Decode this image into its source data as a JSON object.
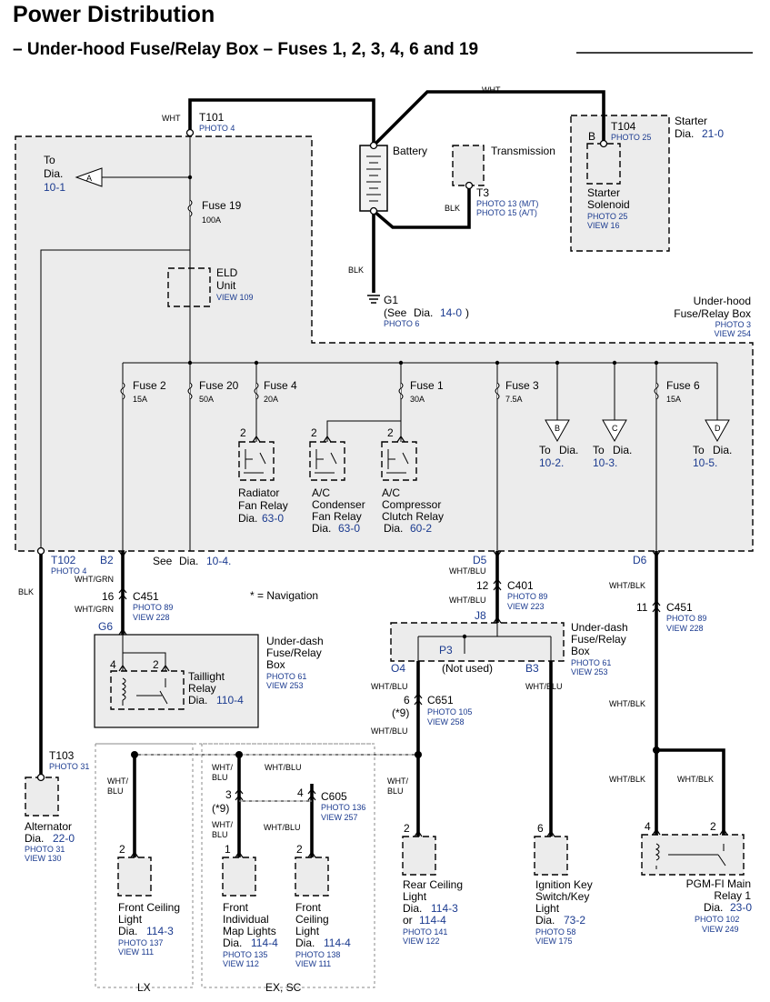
{
  "title": "Power Distribution",
  "subtitle": "– Under-hood Fuse/Relay Box – Fuses 1, 2, 3, 4, 6 and 19",
  "wires": {
    "wht": "WHT",
    "blk": "BLK",
    "wht_grn": "WHT/GRN",
    "wht_blu": "WHT/BLU",
    "wht_blk": "WHT/BLK",
    "wht_sl": "WHT/",
    "blu": "BLU"
  },
  "t101": {
    "id": "T101",
    "photo": "PHOTO 4"
  },
  "to_a": {
    "to": "To",
    "dia": "Dia.",
    "ref": "10-1",
    "letter": "A"
  },
  "fuse19": {
    "name": "Fuse 19",
    "amp": "100A"
  },
  "eld": {
    "l1": "ELD",
    "l2": "Unit",
    "view": "VIEW 109"
  },
  "battery": "Battery",
  "transmission": "Transmission",
  "t3": {
    "id": "T3",
    "p1": "PHOTO 13 (M/T)",
    "p2": "PHOTO 15 (A/T)"
  },
  "g1": {
    "id": "G1",
    "see": "(See",
    "dia": "Dia.",
    "ref": "14-0",
    "close": ")",
    "photo": "PHOTO 6"
  },
  "starter": {
    "l1": "Starter",
    "dia": "Dia.",
    "ref": "21-0",
    "t104": "T104",
    "photo25": "PHOTO 25",
    "pin": "B",
    "sol1": "Starter",
    "sol2": "Solenoid",
    "photo": "PHOTO 25",
    "view": "VIEW 16"
  },
  "uhbox": {
    "l1": "Under-hood",
    "l2": "Fuse/Relay Box",
    "photo": "PHOTO 3",
    "view": "VIEW 254"
  },
  "fuses": [
    {
      "name": "Fuse 2",
      "amp": "15A"
    },
    {
      "name": "Fuse 20",
      "amp": "50A"
    },
    {
      "name": "Fuse 4",
      "amp": "20A"
    },
    {
      "name": "Fuse 1",
      "amp": "30A"
    },
    {
      "name": "Fuse 3",
      "amp": "7.5A"
    },
    {
      "name": "Fuse 6",
      "amp": "15A"
    }
  ],
  "pin2": "2",
  "relays": {
    "rad": {
      "l1": "Radiator",
      "l2": "Fan Relay",
      "dia": "Dia.",
      "ref": "63-0"
    },
    "cond": {
      "l1": "A/C",
      "l2": "Condenser",
      "l3": "Fan Relay",
      "dia": "Dia.",
      "ref": "63-0"
    },
    "comp": {
      "l1": "A/C",
      "l2": "Compressor",
      "l3": "Clutch Relay",
      "dia": "Dia.",
      "ref": "60-2"
    }
  },
  "to_refs": [
    {
      "letter": "B",
      "to": "To",
      "dia": "Dia.",
      "ref": "10-2."
    },
    {
      "letter": "C",
      "to": "To",
      "dia": "Dia.",
      "ref": "10-3."
    },
    {
      "letter": "D",
      "to": "To",
      "dia": "Dia.",
      "ref": "10-5."
    }
  ],
  "t102": {
    "id": "T102",
    "photo": "PHOTO 4"
  },
  "pins": {
    "b2": "B2",
    "d5": "D5",
    "d6": "D6",
    "g6": "G6",
    "j8": "J8",
    "o4": "O4",
    "b3": "B3",
    "p3": "P3"
  },
  "see104": {
    "see": "See",
    "dia": "Dia.",
    "ref": "10-4."
  },
  "c451a": {
    "pin": "16",
    "id": "C451",
    "photo": "PHOTO 89",
    "view": "VIEW 228"
  },
  "navnote": "* = Navigation",
  "c401": {
    "pin": "12",
    "id": "C401",
    "photo": "PHOTO 89",
    "view": "VIEW 223"
  },
  "c451b": {
    "pin": "11",
    "id": "C451",
    "photo": "PHOTO 89",
    "view": "VIEW 228"
  },
  "udbox": {
    "l1": "Under-dash",
    "l2": "Fuse/Relay",
    "l3": "Box",
    "photo": "PHOTO 61",
    "view": "VIEW 253"
  },
  "udbox2": {
    "l1": "Under-dash",
    "l2": "Fuse/Relay",
    "l3": "Box",
    "photo": "PHOTO 61",
    "view": "VIEW 253"
  },
  "taillight": {
    "p4": "4",
    "p2": "2",
    "l1": "Taillight",
    "l2": "Relay",
    "dia": "Dia.",
    "ref": "110-4"
  },
  "notused": "(Not used)",
  "c651": {
    "pin": "6",
    "star": "(*9)",
    "id": "C651",
    "photo": "PHOTO 105",
    "view": "VIEW 258"
  },
  "t103": {
    "id": "T103",
    "photo": "PHOTO 31"
  },
  "alternator": {
    "l1": "Alternator",
    "dia": "Dia.",
    "ref": "22-0",
    "photo": "PHOTO 31",
    "view": "VIEW 130"
  },
  "c605": {
    "p3": "3",
    "star": "(*9)",
    "p4": "4",
    "id": "C605",
    "photo": "PHOTO 136",
    "view": "VIEW 257"
  },
  "loads": {
    "fcl_lx": {
      "pin": "2",
      "l1": "Front Ceiling",
      "l2": "Light",
      "dia": "Dia.",
      "ref": "114-3",
      "photo": "PHOTO 137",
      "view": "VIEW 111"
    },
    "fiml": {
      "pin": "1",
      "l1": "Front",
      "l2": "Individual",
      "l3": "Map Lights",
      "dia": "Dia.",
      "ref": "114-4",
      "photo": "PHOTO 135",
      "view": "VIEW 112"
    },
    "fcl_ex": {
      "pin": "2",
      "l1": "Front",
      "l2": "Ceiling",
      "l3": "Light",
      "dia": "Dia.",
      "ref": "114-4",
      "photo": "PHOTO 138",
      "view": "VIEW 111"
    },
    "rcl": {
      "pin": "2",
      "l1": "Rear Ceiling",
      "l2": "Light",
      "dia": "Dia.",
      "ref": "114-3",
      "or": "or",
      "ref2": "114-4",
      "photo": "PHOTO 141",
      "view": "VIEW 122"
    },
    "iks": {
      "pin": "6",
      "l1": "Ignition Key",
      "l2": "Switch/Key",
      "l3": "Light",
      "dia": "Dia.",
      "ref": "73-2",
      "photo": "PHOTO 58",
      "view": "VIEW 175"
    },
    "pgm": {
      "p4": "4",
      "p2": "2",
      "l1": "PGM-FI Main",
      "l2": "Relay 1",
      "dia": "Dia.",
      "ref": "23-0",
      "photo": "PHOTO 102",
      "view": "VIEW 249"
    }
  },
  "trims": {
    "lx": "LX",
    "exsc": "EX, SC"
  }
}
